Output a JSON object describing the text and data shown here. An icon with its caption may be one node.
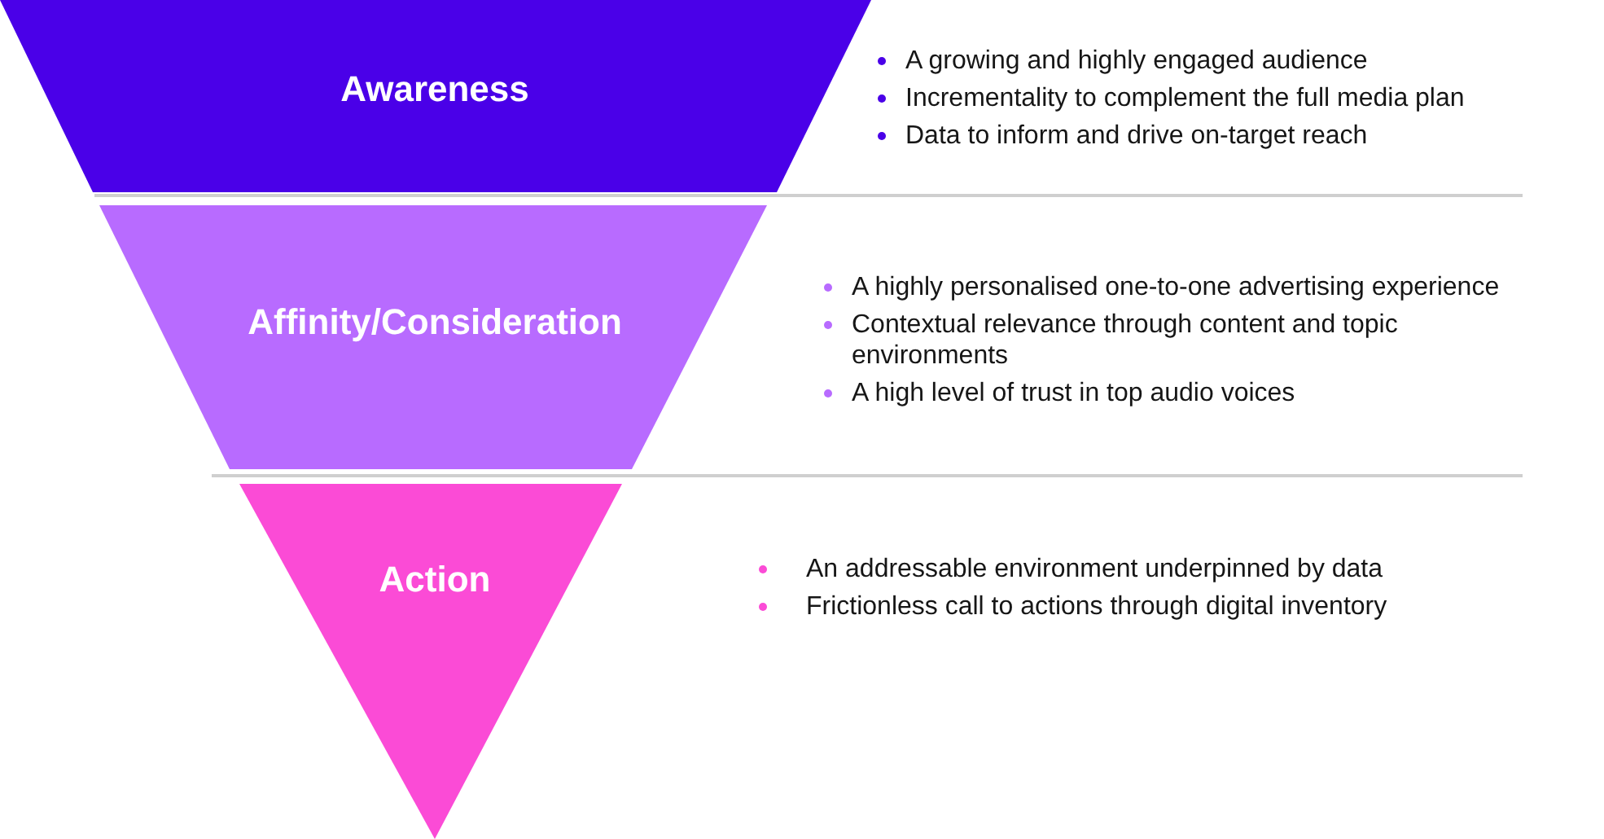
{
  "diagram": {
    "nodes": [
      {
        "text": [
          "Awareness"
        ],
        "beside": [
          "A growing and highly engaged audience",
          "Incrementality to complement the full media plan",
          "Data to inform and drive on-target reach"
        ]
      },
      {
        "text": [
          "Affinity/Consideration"
        ],
        "beside": [
          "A highly personalised one-to-one advertising experience",
          "Contextual relevance through content and topic environments",
          "A high level of trust in top audio voices"
        ]
      },
      {
        "text": [
          "Action"
        ],
        "beside": [
          "An addressable environment underpinned by data",
          "Frictionless call to actions through digital inventory"
        ]
      }
    ]
  }
}
